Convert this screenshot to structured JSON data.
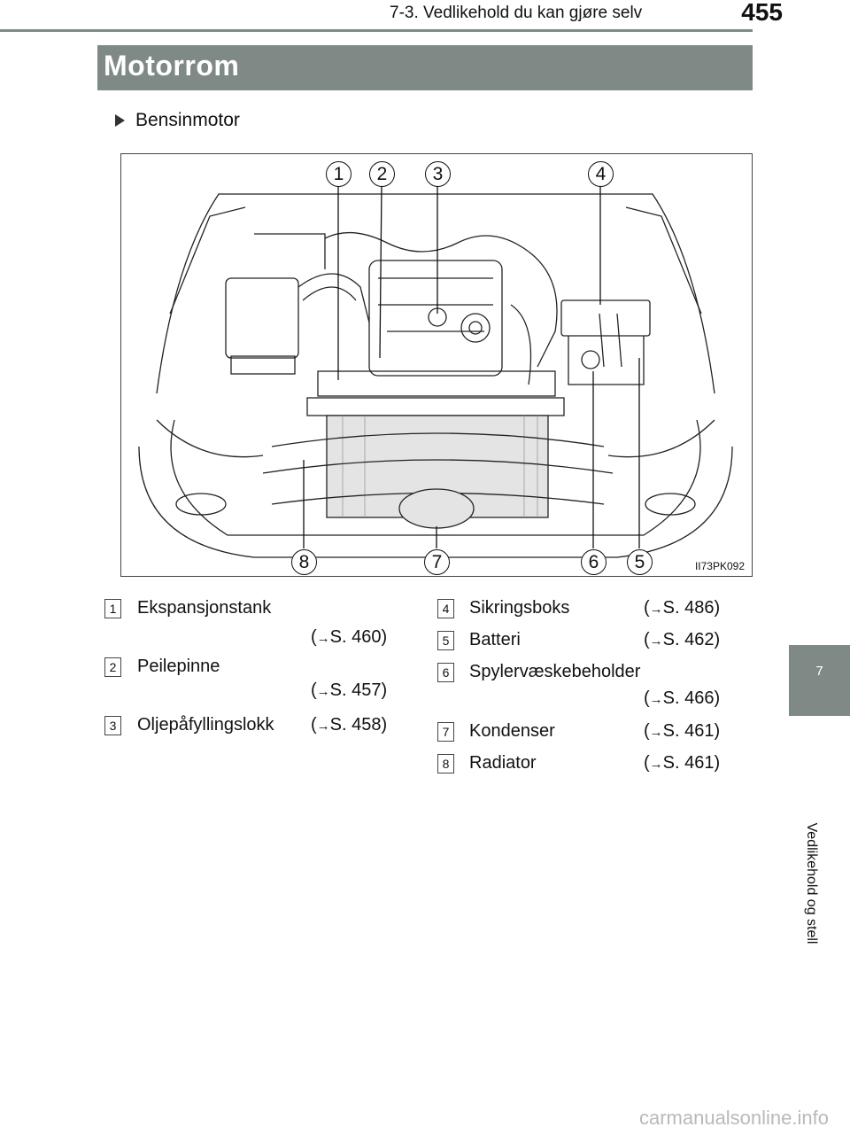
{
  "header": {
    "breadcrumb": "7-3. Vedlikehold du kan gjøre selv",
    "page_number": "455"
  },
  "side_tab": {
    "number": "7",
    "label": "Vedlikehold og stell"
  },
  "section": {
    "title": "Motorrom",
    "subheading": "Bensinmotor"
  },
  "figure": {
    "code": "II73PK092",
    "callouts_top": [
      "1",
      "2",
      "3",
      "4"
    ],
    "callouts_bottom": [
      "8",
      "7",
      "6",
      "5"
    ]
  },
  "items_left": [
    {
      "num": "1",
      "label": "Ekspansjonstank",
      "ref": "S. 460"
    },
    {
      "num": "2",
      "label": "Peilepinne",
      "ref": "S. 457"
    },
    {
      "num": "3",
      "label": "Oljepåfyllingslokk",
      "ref": "S. 458"
    }
  ],
  "items_right": [
    {
      "num": "4",
      "label": "Sikringsboks",
      "ref": "S. 486"
    },
    {
      "num": "5",
      "label": "Batteri",
      "ref": "S. 462"
    },
    {
      "num": "6",
      "label": "Spylervæskebeholder",
      "ref": "S. 466"
    },
    {
      "num": "7",
      "label": "Kondenser",
      "ref": "S. 461"
    },
    {
      "num": "8",
      "label": "Radiator",
      "ref": "S. 461"
    }
  ],
  "watermark": "carmanualsonline.info"
}
